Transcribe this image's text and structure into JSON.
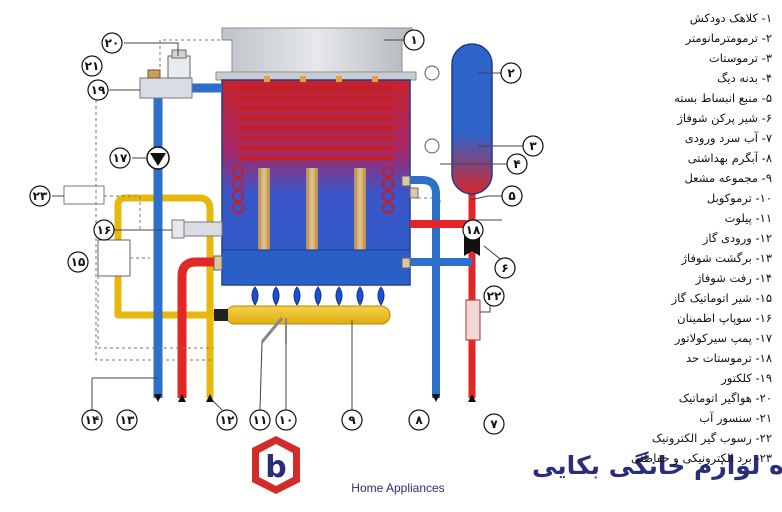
{
  "callouts": [
    "١",
    "٢",
    "٣",
    "۴",
    "۵",
    "۶",
    "٧",
    "٨",
    "٩",
    "١٠",
    "١١",
    "١٢",
    "١٣",
    "١۴",
    "١۵",
    "١۶",
    "١٧",
    "١٨",
    "١٩",
    "٢٠",
    "٢١",
    "٢٢",
    "٢٣"
  ],
  "legend": [
    "١- کلاهک دودکش",
    "٢- ترمومترمانومتر",
    "٣- ترموستات",
    "۴- بدنه دیگ",
    "۵- منبع انبساط بسته",
    "۶- شیر پرکن شوفاژ",
    "٧- آب سرد ورودی",
    "٨- آبگرم بهداشتی",
    "٩- مجموعه مشعل",
    "١٠- ترموکوبل",
    "١١- پیلوت",
    "١٢- ورودی گاز",
    "١٣- برگشت شوفاژ",
    "١۴- رفت شوفاژ",
    "١۵- شیر اتوماتیک گاز",
    "١۶- سوپاپ اطمینان",
    "١٧- پمپ سیرکولاتور",
    "١٨- ترموستات حد",
    "١٩- کلکتور",
    "٢٠- هواگیر اتوماتیک",
    "٢١- سنسور آب",
    "٢٢- رسوب گیر الکترونیک",
    "٢٣- برد الکترونیکی و حفاظتی"
  ],
  "brand": {
    "name_fa": "فروشگاه لوازم خانگی بکایی",
    "name_en": "Home Appliances",
    "logo_letter": "b"
  },
  "colors": {
    "hot": "#e32626",
    "cold": "#2d6fc9",
    "gas": "#f5c518",
    "body": "#2b5fc8",
    "flame": "#1d4fd6",
    "brand": "#2a2e7a"
  }
}
